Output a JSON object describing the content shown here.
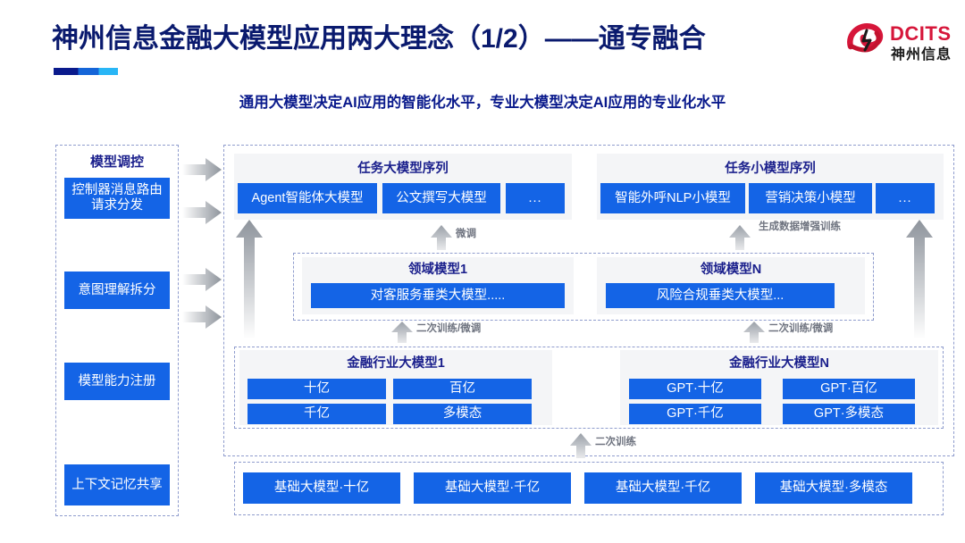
{
  "header": {
    "title": "神州信息金融大模型应用两大理念（1/2）——通专融合",
    "subtitle": "通用大模型决定AI应用的智能化水平，专业大模型决定AI应用的专业化水平",
    "logo": {
      "mark": "dcits-swirl-logo",
      "latin": "DCITS",
      "chinese": "神州信息",
      "color": "#d6163a"
    },
    "accent_colors": [
      "#0a1a8c",
      "#1565d8",
      "#29b6f6"
    ]
  },
  "left_column": {
    "title": "模型调控",
    "items": [
      {
        "label": "控制器消息路由请求分发"
      },
      {
        "label": "意图理解拆分"
      },
      {
        "label": "模型能力注册"
      },
      {
        "label": "上下文记忆共享"
      }
    ]
  },
  "task_large": {
    "title": "任务大模型序列",
    "chips": [
      "Agent智能体大模型",
      "公文撰写大模型",
      "..."
    ]
  },
  "task_small": {
    "title": "任务小模型序列",
    "chips": [
      "智能外呼NLP小模型",
      "营销决策小模型",
      "..."
    ]
  },
  "domain_models": [
    {
      "title": "领域模型1",
      "chip": "对客服务垂类大模型....."
    },
    {
      "title": "领域模型N",
      "chip": "风险合规垂类大模型..."
    }
  ],
  "industry_models": [
    {
      "title": "金融行业大模型1",
      "chips": [
        "十亿",
        "百亿",
        "千亿",
        "多模态"
      ]
    },
    {
      "title": "金融行业大模型N",
      "chips": [
        "GPT·十亿",
        "GPT·百亿",
        "GPT·千亿",
        "GPT·多模态"
      ]
    }
  ],
  "foundation_models": {
    "chips": [
      "基础大模型·十亿",
      "基础大模型·千亿",
      "基础大模型·千亿",
      "基础大模型·多模态"
    ]
  },
  "arrow_labels": {
    "finetune": "微调",
    "data_augment": "生成数据增强训练",
    "retrain_finetune_1": "二次训练/微调",
    "retrain_finetune_2": "二次训练/微调",
    "retrain": "二次训练"
  },
  "colors": {
    "chip_blue": "#1464e6",
    "panel_grey": "#f4f5f7",
    "dash_border": "#8f9ccd",
    "heading_navy": "#1a1f8c",
    "arrow_grey": "#9aa0a8"
  }
}
